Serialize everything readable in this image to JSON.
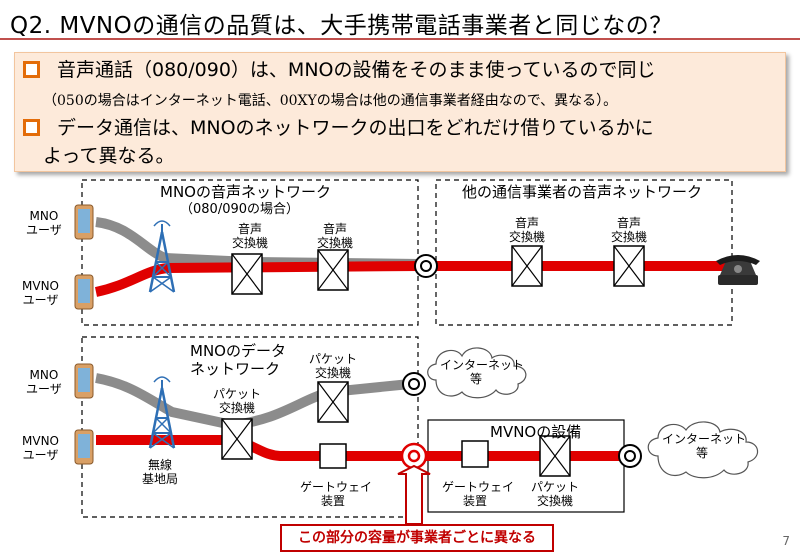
{
  "title": "Q2. MVNOの通信の品質は、大手携帯電話事業者と同じなの？",
  "summary": {
    "bullet1": "音声通話（080/090）は、MNOの設備をそのまま使っているので同じ",
    "note": "（050の場合はインターネット電話、00XYの場合は他の通信事業者経由なので、異なる）。",
    "bullet2_line1": "データ通信は、MNOのネットワークの出口をどれだけ借りているかに",
    "bullet2_line2": "よって異なる。"
  },
  "voice": {
    "mno_title": "MNOの音声ネットワーク",
    "mno_subtitle": "（080/090の場合）",
    "other_title": "他の通信事業者の音声ネットワーク",
    "switch_line1": "音声",
    "switch_line2": "交換機"
  },
  "data": {
    "mno_title_line1": "MNOのデータ",
    "mno_title_line2": "ネットワーク",
    "packet_line1": "パケット",
    "packet_line2": "交換機",
    "internet_line1": "インターネット",
    "internet_line2": "等",
    "mvno_equipment": "MVNOの設備",
    "gateway_line1": "ゲートウェイ",
    "gateway_line2": "装置",
    "base_station_line1": "無線",
    "base_station_line2": "基地局"
  },
  "users": {
    "mno_line1": "MNO",
    "mno_line2": "ユーザ",
    "mvno_line1": "MVNO",
    "mvno_line2": "ユーザ"
  },
  "callout": "この部分の容量が事業者ごとに異なる",
  "page_number": "7",
  "colors": {
    "accent": "#e36c09",
    "red_path": "#e00000",
    "gray_path": "#8c8c8c",
    "tower": "#2e6fb5",
    "summary_bg": "#fdeada",
    "callout": "#c00000"
  },
  "icons": [
    "phone-icon",
    "antenna-tower-icon",
    "switch-icon",
    "interconnect-icon",
    "cloud-icon",
    "telephone-icon",
    "gateway-icon"
  ]
}
